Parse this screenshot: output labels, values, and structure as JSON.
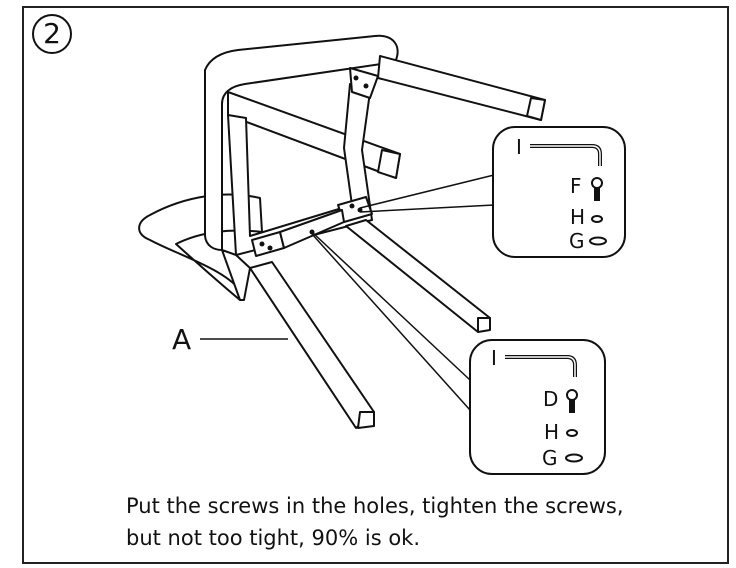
{
  "step": {
    "number": "2"
  },
  "labels": {
    "part_a": "A",
    "callout_top": {
      "tool": "I",
      "screw": "F",
      "washer_small": "H",
      "washer_large": "G"
    },
    "callout_bottom": {
      "tool": "I",
      "screw": "D",
      "washer_small": "H",
      "washer_large": "G"
    }
  },
  "instructions": {
    "line1": "Put the screws in the holes, tighten the screws,",
    "line2": "but not too tight, 90% is ok."
  }
}
